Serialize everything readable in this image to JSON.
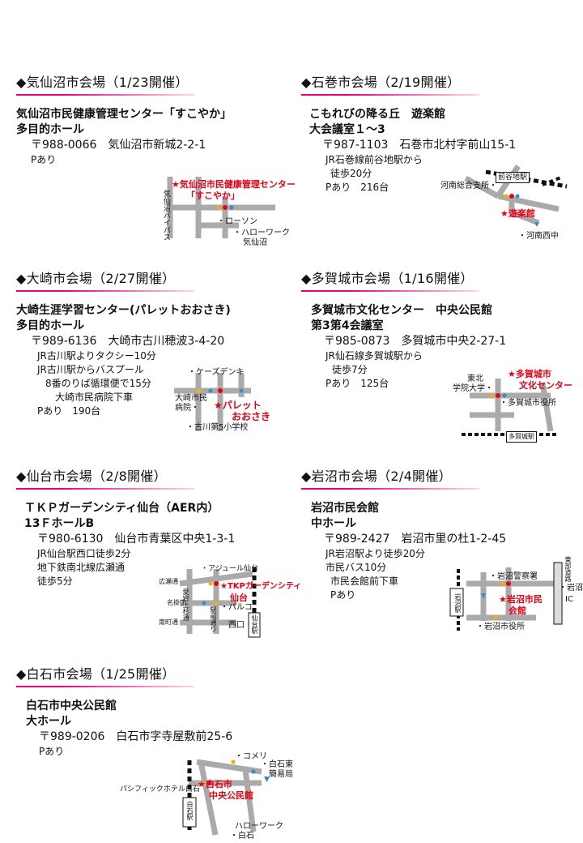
{
  "venues": [
    {
      "header": "◆気仙沼市会場（1/23開催）",
      "name1": "気仙沼市民健康管理センター「すこやか」",
      "name2": "多目的ホール",
      "address": "〒988-0066　気仙沼市新城2-2-1",
      "notes": [
        "Pあり"
      ],
      "map": {
        "target": [
          "★気仙沼市民健康管理センター",
          "「すこやか」"
        ],
        "labels": [
          "気仙沼バイパス",
          "・ローソン",
          "・ハローワーク",
          "気仙沼"
        ]
      }
    },
    {
      "header": "◆石巻市会場（2/19開催）",
      "name1": "こもれびの降る丘　遊楽館",
      "name2": "大会議室１～3",
      "address": "〒987-1103　石巻市北村字前山15-1",
      "notes": [
        "JR石巻線前谷地駅から",
        "徒歩20分",
        "Pあり　216台"
      ],
      "map": {
        "target": [
          "★遊楽館"
        ],
        "labels": [
          "前谷地駅",
          "河南総合支所・",
          "・河南西中"
        ]
      }
    },
    {
      "header": "◆大崎市会場（2/27開催）",
      "name1": "大崎生涯学習センター(パレットおおさき)",
      "name2": "多目的ホール",
      "address": "〒989-6136　大崎市古川穂波3-4-20",
      "notes": [
        "JR古川駅よりタクシー10分",
        "JR古川駅からバスプール",
        "8番のりば循環便で15分",
        "大崎市民病院下車",
        "Pあり　190台"
      ],
      "map": {
        "target": [
          "★パレット",
          "おおさき"
        ],
        "labels": [
          "・ケーズデンキ",
          "大崎市民",
          "病院・",
          "・古川第5小学校"
        ]
      }
    },
    {
      "header": "◆多賀城市会場（1/16開催）",
      "name1": "多賀城市文化センター　中央公民館",
      "name2": "第3第4会議室",
      "address": "〒985-0873　多賀城市中央2-27-1",
      "notes": [
        "JR仙石線多賀城駅から",
        "徒歩7分",
        "Pあり　125台"
      ],
      "map": {
        "target": [
          "★多賀城市",
          "文化センター"
        ],
        "labels": [
          "東北",
          "学院大学・",
          "・多賀城市役所",
          "多賀城駅"
        ]
      }
    },
    {
      "header": "◆仙台市会場（2/8開催）",
      "name1": "ＴＫＰガーデンシティ仙台（AER内）",
      "name2": "13ＦホールB",
      "address": "〒980-6130　仙台市青葉区中央1-3-1",
      "notes": [
        "JR仙台駅西口徒歩2分",
        "地下鉄南北線広瀬通",
        "徒歩5分"
      ],
      "map": {
        "target": [
          "★TKPガーデンシティ",
          "仙台"
        ],
        "labels": [
          "・アジュール仙台",
          "広瀬通",
          "名掛丁",
          "南町通",
          "愛宕上杉通",
          "駅前通り",
          "・パルコ",
          "西口",
          "仙台駅"
        ]
      }
    },
    {
      "header": "◆岩沼市会場（2/4開催）",
      "name1": "岩沼市民会館",
      "name2": "中ホール",
      "address": "〒989-2427　岩沼市里の杜1-2-45",
      "notes": [
        "JR岩沼駅より徒歩20分",
        "市民バス10分",
        "市民会館前下車",
        "Pあり"
      ],
      "map": {
        "target": [
          "★岩沼市民",
          "会館"
        ],
        "labels": [
          "・岩沼警察署",
          "岩沼駅",
          "・岩沼市役所",
          "・岩沼",
          "IC",
          "東部道路"
        ]
      }
    },
    {
      "header": "◆白石市会場（1/25開催）",
      "name1": "白石市中央公民館",
      "name2": "大ホール",
      "address": "〒989-0206　白石市字寺屋敷前25-6",
      "notes": [
        "Pあり"
      ],
      "map": {
        "target": [
          "★白石市",
          "中央公民館"
        ],
        "labels": [
          "・コメリ",
          "・白石東",
          "簡易局",
          "パシフィックホテル白石",
          "白石駅",
          "ハローワーク",
          "・白石"
        ]
      }
    }
  ]
}
